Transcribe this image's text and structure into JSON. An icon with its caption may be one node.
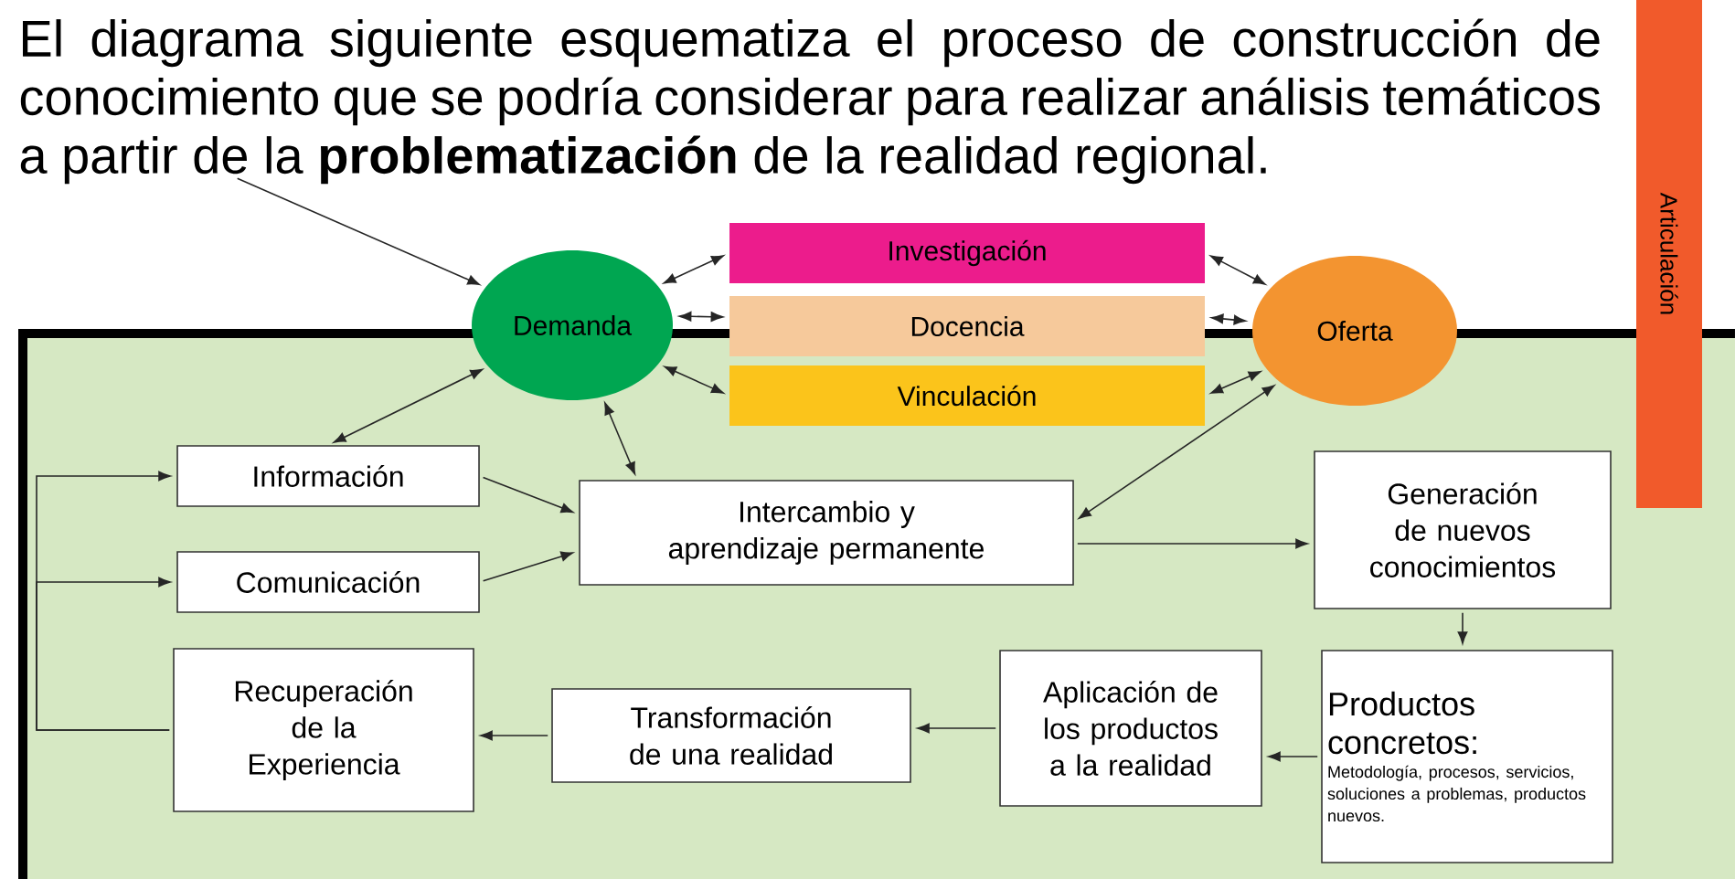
{
  "diagram": {
    "nodes": [
      {
        "text": [
          "El diagrama siguiente esquematiza el proceso de construcción de conocimiento que se podría considerar para realizar análisis temáticos a partir de la **problematización** de la realidad regional."
        ]
      },
      {
        "text": [
          "Demanda"
        ]
      },
      {
        "text": [
          "Investigación"
        ]
      },
      {
        "text": [
          "Docencia"
        ]
      },
      {
        "text": [
          "Vinculación"
        ]
      },
      {
        "text": [
          "Oferta"
        ]
      },
      {
        "text": [
          "Articulación"
        ]
      },
      {
        "text": [
          "Información"
        ]
      },
      {
        "text": [
          "Comunicación"
        ]
      },
      {
        "text": [
          "Intercambio y aprendizaje permanente"
        ]
      },
      {
        "text": [
          "Generación de nuevos conocimientos"
        ]
      },
      {
        "text": [
          "Productos concretos:",
          "Metodología, procesos, servicios, soluciones a problemas, productos nuevos."
        ]
      },
      {
        "text": [
          "Aplicación de los productos a la realidad"
        ]
      },
      {
        "text": [
          "Transformación de una realidad"
        ]
      },
      {
        "text": [
          "Recuperación de la Experiencia"
        ]
      }
    ],
    "edges": [
      {
        "from": 0,
        "to": 1,
        "arrow": "to"
      },
      {
        "from": 1,
        "to": 2,
        "arrow": "both"
      },
      {
        "from": 1,
        "to": 3,
        "arrow": "both"
      },
      {
        "from": 1,
        "to": 4,
        "arrow": "both"
      },
      {
        "from": 5,
        "to": 2,
        "arrow": "both"
      },
      {
        "from": 5,
        "to": 3,
        "arrow": "both"
      },
      {
        "from": 5,
        "to": 4,
        "arrow": "both"
      },
      {
        "from": 1,
        "to": 7,
        "arrow": "both"
      },
      {
        "from": 1,
        "to": 9,
        "arrow": "both"
      },
      {
        "from": 5,
        "to": 9,
        "arrow": "both"
      },
      {
        "from": 7,
        "to": 9,
        "arrow": "to"
      },
      {
        "from": 8,
        "to": 9,
        "arrow": "to"
      },
      {
        "from": 9,
        "to": 10,
        "arrow": "to"
      },
      {
        "from": 10,
        "to": 11,
        "arrow": "to"
      },
      {
        "from": 11,
        "to": 12,
        "arrow": "to"
      },
      {
        "from": 12,
        "to": 13,
        "arrow": "to"
      },
      {
        "from": 13,
        "to": 14,
        "arrow": "to"
      },
      {
        "from": 14,
        "to": 7,
        "arrow": "to"
      },
      {
        "from": 14,
        "to": 8,
        "arrow": "to"
      }
    ]
  }
}
